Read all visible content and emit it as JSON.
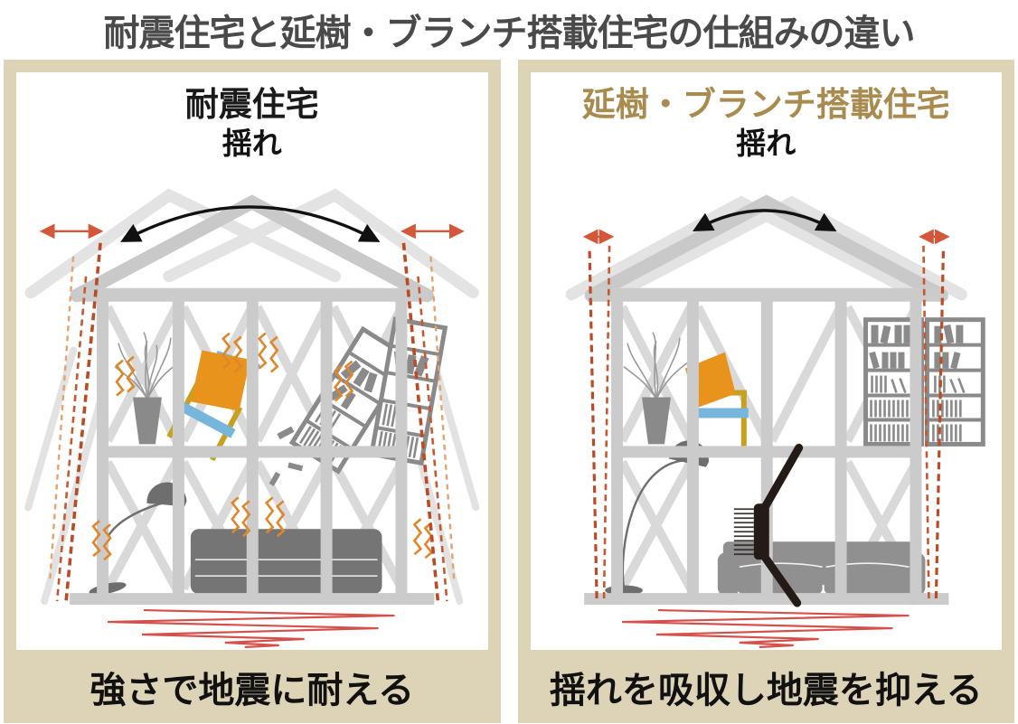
{
  "title": "耐震住宅と延樹・ブランチ搭載住宅の仕組みの違い",
  "panels": {
    "left": {
      "heading": "耐震住宅",
      "sway_label": "揺れ",
      "caption": "強さで地震に耐える"
    },
    "right": {
      "heading": "延樹・ブランチ搭載住宅",
      "sway_label": "揺れ",
      "caption": "揺れを吸収し地震を抑える"
    }
  },
  "colors": {
    "panel_background": "#ddd3b7",
    "title_text": "#4a4a4a",
    "right_heading_text": "#a98b4f",
    "frame_gray": "#cbcbcb",
    "ghost_frame_gray": "#e3e3e3",
    "sway_arrow_black": "#111111",
    "range_arrow_red": "#d4573a",
    "tilt_dash_red": "#bc4a24",
    "tilt_dash_light_orange": "#e2a46f",
    "vibration_orange": "#e0862a",
    "quake_line_red": "#d4504a",
    "damper_black": "#241a16",
    "furniture_gray": "#8a8a8a",
    "chair_frame_gold": "#c6a01e",
    "chair_seat_blue": "#76b6dc",
    "cushion_orange": "#e8941c"
  }
}
